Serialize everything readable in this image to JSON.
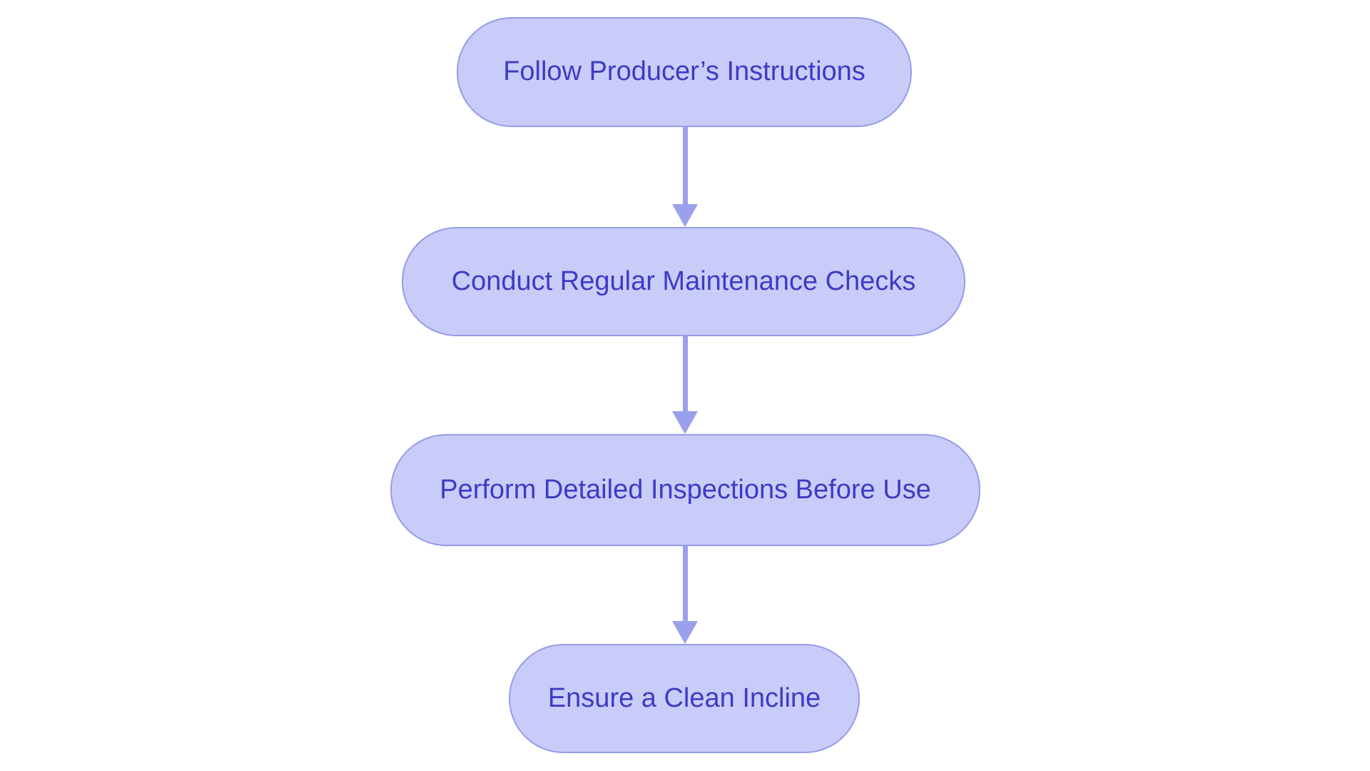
{
  "diagram": {
    "type": "flowchart",
    "direction": "top-down",
    "background_color": "#ffffff",
    "node_fill_color": "#c9ccf8",
    "node_border_color": "#969ce9",
    "node_text_color": "#3d3bc6",
    "arrow_color": "#9aa0ec",
    "nodes": [
      {
        "id": "step-1",
        "label": "Follow Producer’s Instructions"
      },
      {
        "id": "step-2",
        "label": "Conduct Regular Maintenance Checks"
      },
      {
        "id": "step-3",
        "label": "Perform Detailed Inspections Before Use"
      },
      {
        "id": "step-4",
        "label": "Ensure a Clean Incline"
      }
    ],
    "edges": [
      {
        "from": "step-1",
        "to": "step-2",
        "style": "arrow-down"
      },
      {
        "from": "step-2",
        "to": "step-3",
        "style": "arrow-down"
      },
      {
        "from": "step-3",
        "to": "step-4",
        "style": "arrow-down"
      }
    ]
  }
}
